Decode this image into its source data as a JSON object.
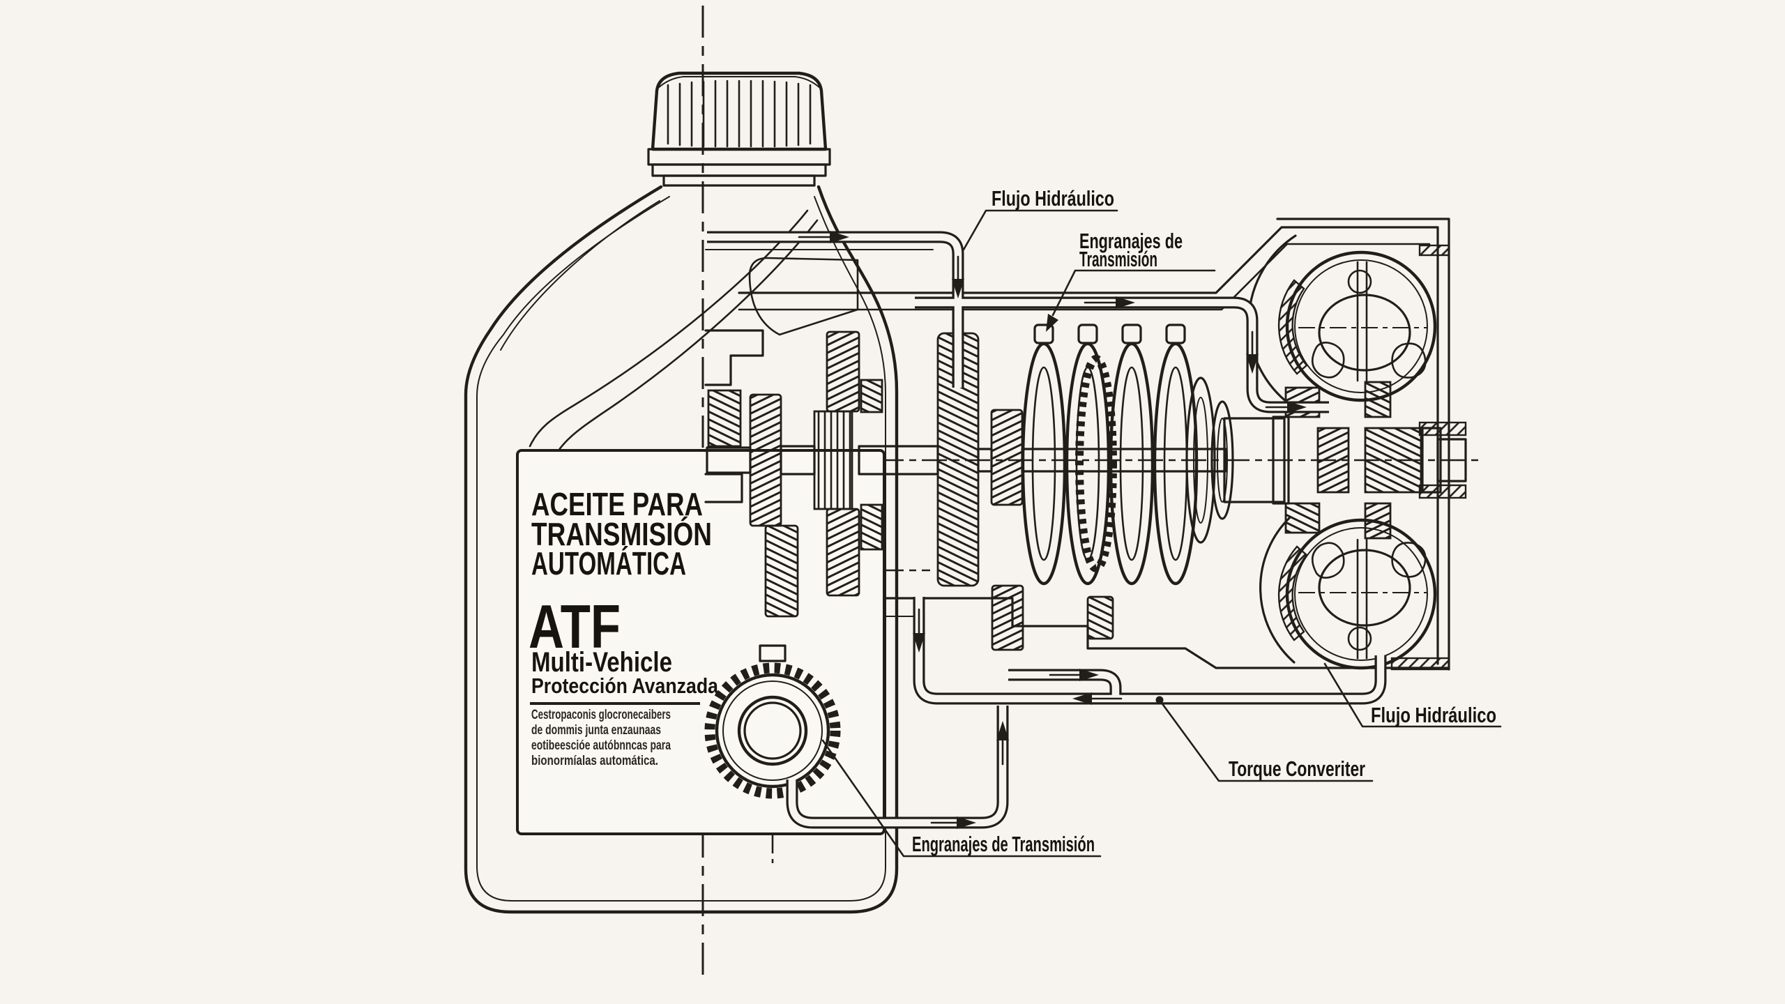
{
  "app": {
    "background_color": "#f7f4ef",
    "ink_color": "#211e19",
    "description": "Technical cutaway diagram of an automatic transmission combined with an ATF bottle"
  },
  "bottle_label": {
    "title_line1": "ACEITE PARA",
    "title_line2": "TRANSMISIÓN",
    "title_line3": "AUTOMÁTICA",
    "product": "ATF",
    "subtitle": "Multi-Vehicle",
    "tagline": "Protección Avanzada",
    "fine_print": [
      "Cestropaconis glocronecaibers",
      "de dommis junta enzaunaas",
      "eotibeescióe autóbnncas para",
      "bionormíalas automática."
    ]
  },
  "callouts": {
    "hydraulic_flow_top": "Flujo Hidráulico",
    "transmission_gears_top_line1": "Engranajes de",
    "transmission_gears_top_line2": "Transmisión",
    "hydraulic_flow_right": "Flujo Hidráulico",
    "torque_converter": "Torque Converiter",
    "transmission_gears_bottom": "Engranajes de Transmisión"
  }
}
